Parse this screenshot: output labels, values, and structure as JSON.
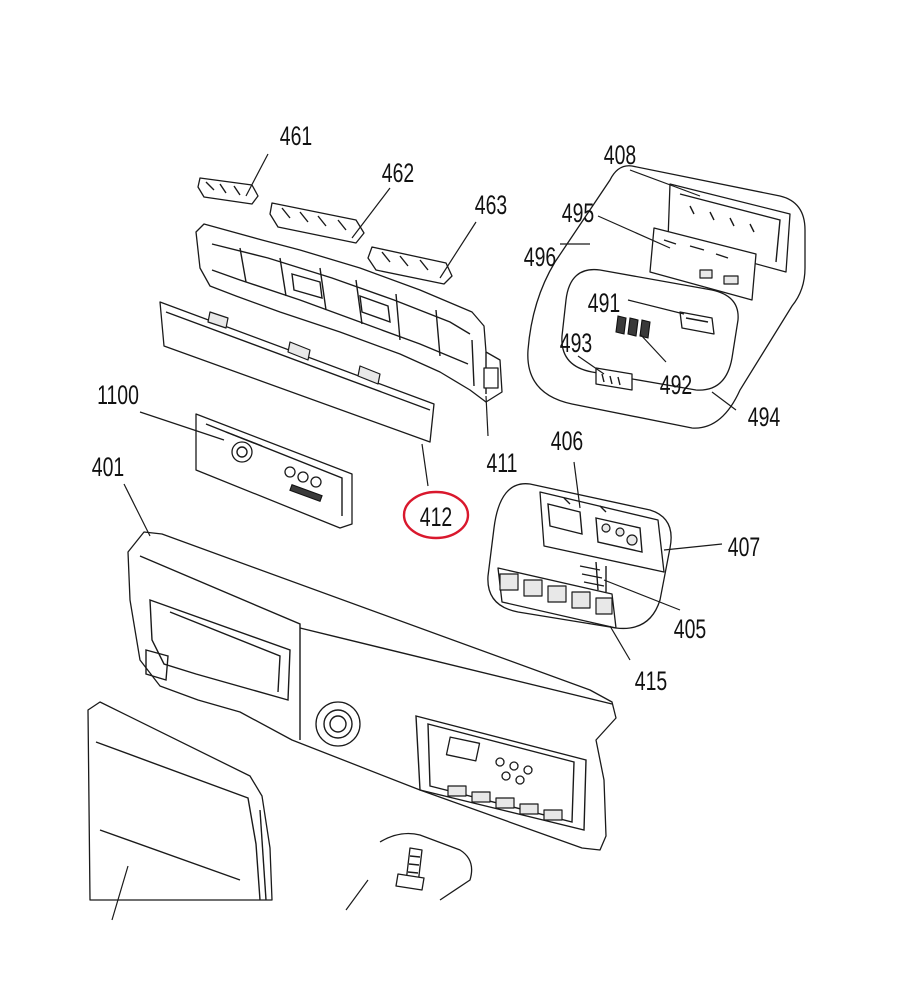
{
  "labels": {
    "p461": "461",
    "p462": "462",
    "p463": "463",
    "p408": "408",
    "p495": "495",
    "p496": "496",
    "p491": "491",
    "p493": "493",
    "p492": "492",
    "p494": "494",
    "p1100": "1100",
    "p411": "411",
    "p412": "412",
    "p406": "406",
    "p401": "401",
    "p407": "407",
    "p405": "405",
    "p415": "415"
  },
  "highlight": {
    "part": "412",
    "color": "#d9182d"
  }
}
